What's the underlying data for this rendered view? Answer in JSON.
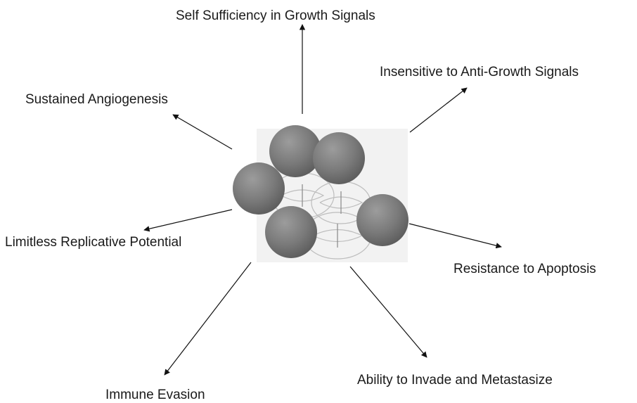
{
  "diagram": {
    "center": "cancer-cell-cluster",
    "labels": {
      "top": "Self Sufficiency in Growth Signals",
      "top_right": "Insensitive to Anti-Growth Signals",
      "top_left": "Sustained Angiogenesis",
      "left": "Limitless Replicative Potential",
      "right": "Resistance to Apoptosis",
      "bottom_right": "Ability to Invade and Metastasize",
      "bottom": "Immune Evasion"
    },
    "colors": {
      "sphere": "#7a7a7a",
      "arrow": "#111111",
      "spindle": "#bdbdbd",
      "text": "#1a1a1a"
    }
  }
}
